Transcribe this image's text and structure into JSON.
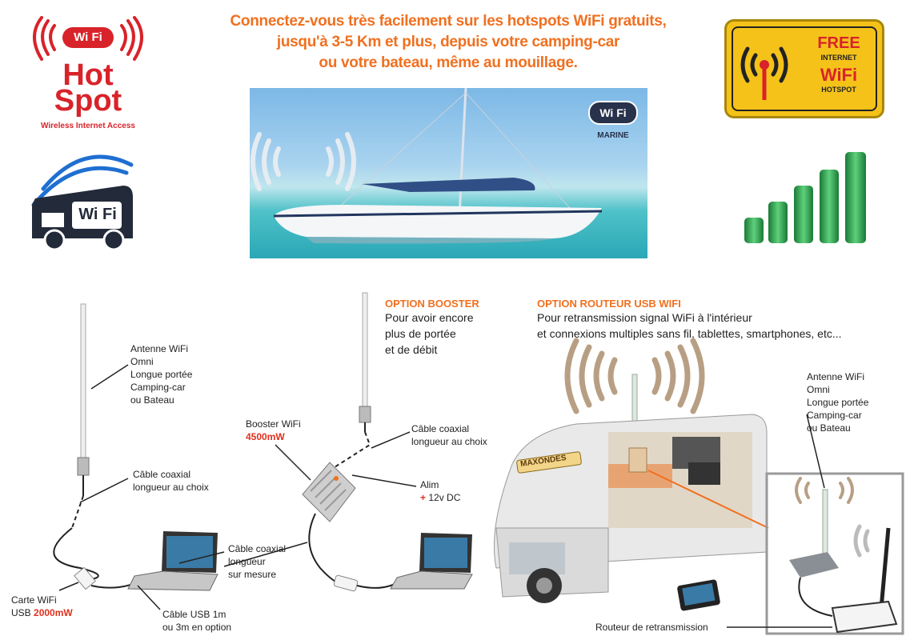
{
  "headline": {
    "line1": "Connectez-vous très facilement sur les hotspots WiFi gratuits,",
    "line2": "jusqu'à 3-5 Km et plus, depuis votre camping-car",
    "line3": "ou votre bateau, même au mouillage."
  },
  "hotspot_logo": {
    "wifi": "Wi Fi",
    "hot": "Hot",
    "spot": "Spot",
    "tagline": "Wireless Internet Access"
  },
  "camper_logo": {
    "wifi": "Wi Fi"
  },
  "free_sign": {
    "free": "FREE",
    "internet": "INTERNET",
    "wifi": "WiFi",
    "hotspot": "HOTSPOT"
  },
  "marine_badge": {
    "wifi": "Wi Fi",
    "marine": "MARINE"
  },
  "booster": {
    "title": "OPTION BOOSTER",
    "body1": "Pour avoir encore",
    "body2": "plus de portée",
    "body3": "et de débit"
  },
  "router": {
    "title": "OPTION ROUTEUR USB WIFI",
    "body1": "Pour retransmission signal WiFi à l'intérieur",
    "body2": "et connexions multiples sans fil, tablettes,  smartphones, etc..."
  },
  "labels": {
    "antenna_left": [
      "Antenne WiFi",
      "Omni",
      "Longue portée",
      "Camping-car",
      "ou Bateau"
    ],
    "antenna_right": [
      "Antenne WiFi",
      "Omni",
      "Longue portée",
      "Camping-car",
      "ou Bateau"
    ],
    "cable_choice_left": [
      "Câble coaxial",
      "longueur au choix"
    ],
    "cable_choice_mid": [
      "Câble coaxial",
      "longueur au choix"
    ],
    "booster_label": "Booster WiFi",
    "booster_power": "4500mW",
    "alim": "Alim",
    "alim_plus": "+",
    "alim_value": "12v DC",
    "cable_measure": [
      "Câble coaxial",
      "longueur",
      "sur mesure"
    ],
    "usb_card": "Carte WiFi",
    "usb_card_line2": "USB",
    "usb_card_power": "2000mW",
    "usb_cable": [
      "Câble USB 1m",
      "ou 3m en option"
    ],
    "router_label": "Routeur de retransmission",
    "camper_brand": "MAXONDES"
  },
  "colors": {
    "orange": "#f07020",
    "red": "#d8232a",
    "green": "#2a9a48",
    "yellow": "#f5c21a"
  }
}
